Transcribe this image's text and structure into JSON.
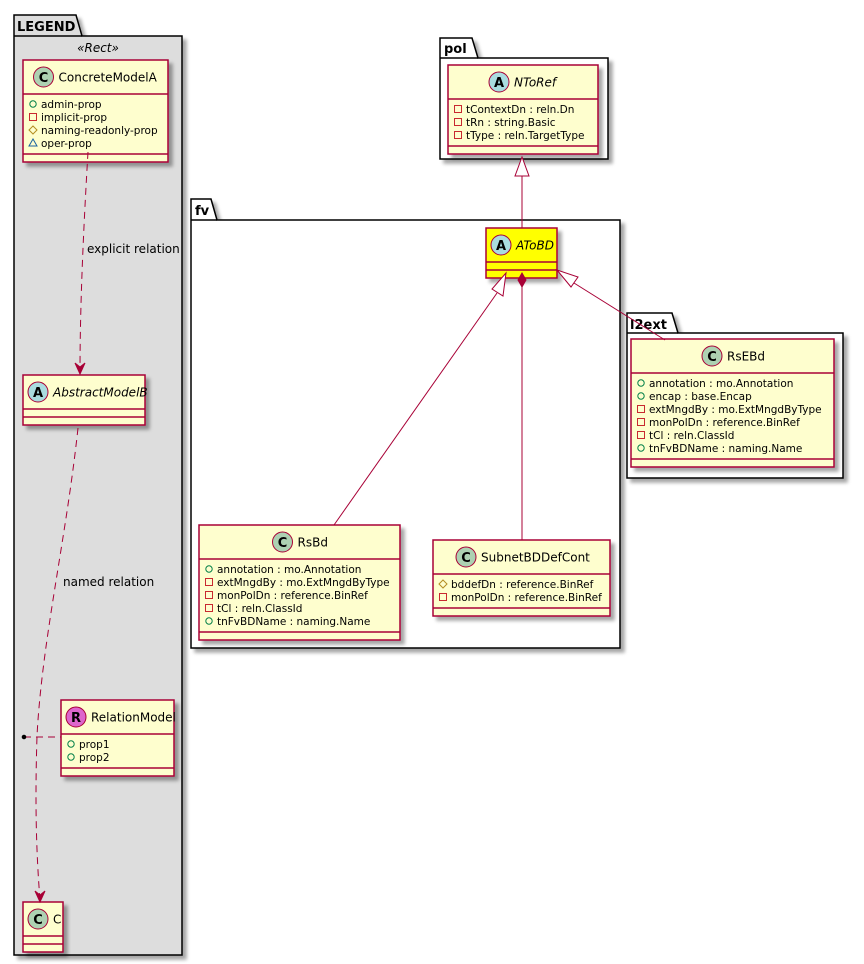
{
  "colors": {
    "class_fill": "#FEFECE",
    "class_border": "#A80036",
    "highlight_fill": "#FFFF00",
    "legend_fill": "#DDDDDD",
    "package_border": "#000000",
    "edge": "#A80036",
    "icon_class": "#ADD1B2",
    "icon_abstract": "#A9DCDF",
    "icon_relation": "#DD66CC",
    "vis_public": "#038048",
    "vis_private": "#C82930",
    "vis_protected": "#B38D22",
    "vis_package": "#1963A0"
  },
  "packages": {
    "legend": {
      "name": "LEGEND",
      "stereotype": "«Rect»"
    },
    "pol": {
      "name": "pol"
    },
    "fv": {
      "name": "fv"
    },
    "l2ext": {
      "name": "l2ext"
    }
  },
  "classes": {
    "concrete_model_a": {
      "name": "ConcreteModelA",
      "kind": "C",
      "attributes": [
        {
          "vis": "public",
          "text": "admin-prop"
        },
        {
          "vis": "private",
          "text": "implicit-prop"
        },
        {
          "vis": "protected",
          "text": "naming-readonly-prop"
        },
        {
          "vis": "package",
          "text": "oper-prop"
        }
      ]
    },
    "abstract_model_b": {
      "name": "AbstractModelB",
      "kind": "A",
      "attributes": []
    },
    "relation_model": {
      "name": "RelationModel",
      "kind": "R",
      "attributes": [
        {
          "vis": "public",
          "text": "prop1"
        },
        {
          "vis": "public",
          "text": "prop2"
        }
      ]
    },
    "c": {
      "name": "C",
      "kind": "C",
      "attributes": []
    },
    "n_to_ref": {
      "name": "NToRef",
      "kind": "A",
      "attributes": [
        {
          "vis": "private",
          "text": "tContextDn : reln.Dn"
        },
        {
          "vis": "private",
          "text": "tRn : string.Basic"
        },
        {
          "vis": "private",
          "text": "tType : reln.TargetType"
        }
      ]
    },
    "a_to_bd": {
      "name": "AToBD",
      "kind": "A",
      "attributes": []
    },
    "rs_bd": {
      "name": "RsBd",
      "kind": "C",
      "attributes": [
        {
          "vis": "public",
          "text": "annotation : mo.Annotation"
        },
        {
          "vis": "private",
          "text": "extMngdBy : mo.ExtMngdByType"
        },
        {
          "vis": "private",
          "text": "monPolDn : reference.BinRef"
        },
        {
          "vis": "private",
          "text": "tCl : reln.ClassId"
        },
        {
          "vis": "public",
          "text": "tnFvBDName : naming.Name"
        }
      ]
    },
    "subnet_bd_def_cont": {
      "name": "SubnetBDDefCont",
      "kind": "C",
      "attributes": [
        {
          "vis": "protected",
          "text": "bddefDn : reference.BinRef"
        },
        {
          "vis": "private",
          "text": "monPolDn : reference.BinRef"
        }
      ]
    },
    "rs_e_bd": {
      "name": "RsEBd",
      "kind": "C",
      "attributes": [
        {
          "vis": "public",
          "text": "annotation : mo.Annotation"
        },
        {
          "vis": "public",
          "text": "encap : base.Encap"
        },
        {
          "vis": "private",
          "text": "extMngdBy : mo.ExtMngdByType"
        },
        {
          "vis": "private",
          "text": "monPolDn : reference.BinRef"
        },
        {
          "vis": "private",
          "text": "tCl : reln.ClassId"
        },
        {
          "vis": "public",
          "text": "tnFvBDName : naming.Name"
        }
      ]
    }
  },
  "edges": {
    "explicit_relation": {
      "label": "explicit relation",
      "from": "ConcreteModelA",
      "to": "AbstractModelB",
      "type": "dependency"
    },
    "named_relation": {
      "label": "named relation",
      "from": "AbstractModelB",
      "to": "C",
      "type": "dependency",
      "association_class": "RelationModel"
    },
    "atobd_extends_ntoref": {
      "from": "AToBD",
      "to": "NToRef",
      "type": "generalization"
    },
    "rsbd_extends_atobd": {
      "from": "RsBd",
      "to": "AToBD",
      "type": "generalization"
    },
    "rsebd_extends_atobd": {
      "from": "RsEBd",
      "to": "AToBD",
      "type": "generalization"
    },
    "atobd_composes_subnet": {
      "from": "AToBD",
      "to": "SubnetBDDefCont",
      "type": "composition"
    }
  }
}
